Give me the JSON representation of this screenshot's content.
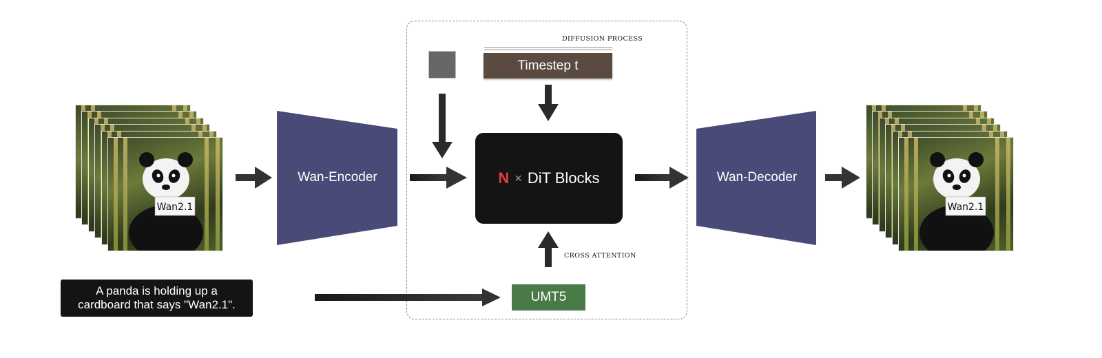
{
  "encoder": {
    "label": "Wan-Encoder",
    "color": "#4a4a78"
  },
  "decoder": {
    "label": "Wan-Decoder",
    "color": "#4a4a78"
  },
  "dit": {
    "n": "N",
    "times": "×",
    "label": "DiT Blocks"
  },
  "timestep": {
    "label": "Timestep t"
  },
  "diffusion_process": {
    "label": "DIFFUSION PROCESS"
  },
  "cross_attention": {
    "label": "CROSS ATTENTION"
  },
  "text_encoder": {
    "label": "UMT5"
  },
  "prompt": {
    "line1": "A panda is holding up a",
    "line2": "cardboard that says \"Wan2.1\"."
  },
  "input_video": {
    "sign_text": "Wan2.1",
    "frame_count": 6
  },
  "output_video": {
    "sign_text": "Wan2.1",
    "frame_count": 6
  },
  "colors": {
    "accent_red": "#e23b3b",
    "timestep_brown": "#5a4a40",
    "umt5_green": "#4a7a45",
    "dark_block": "#141414"
  }
}
